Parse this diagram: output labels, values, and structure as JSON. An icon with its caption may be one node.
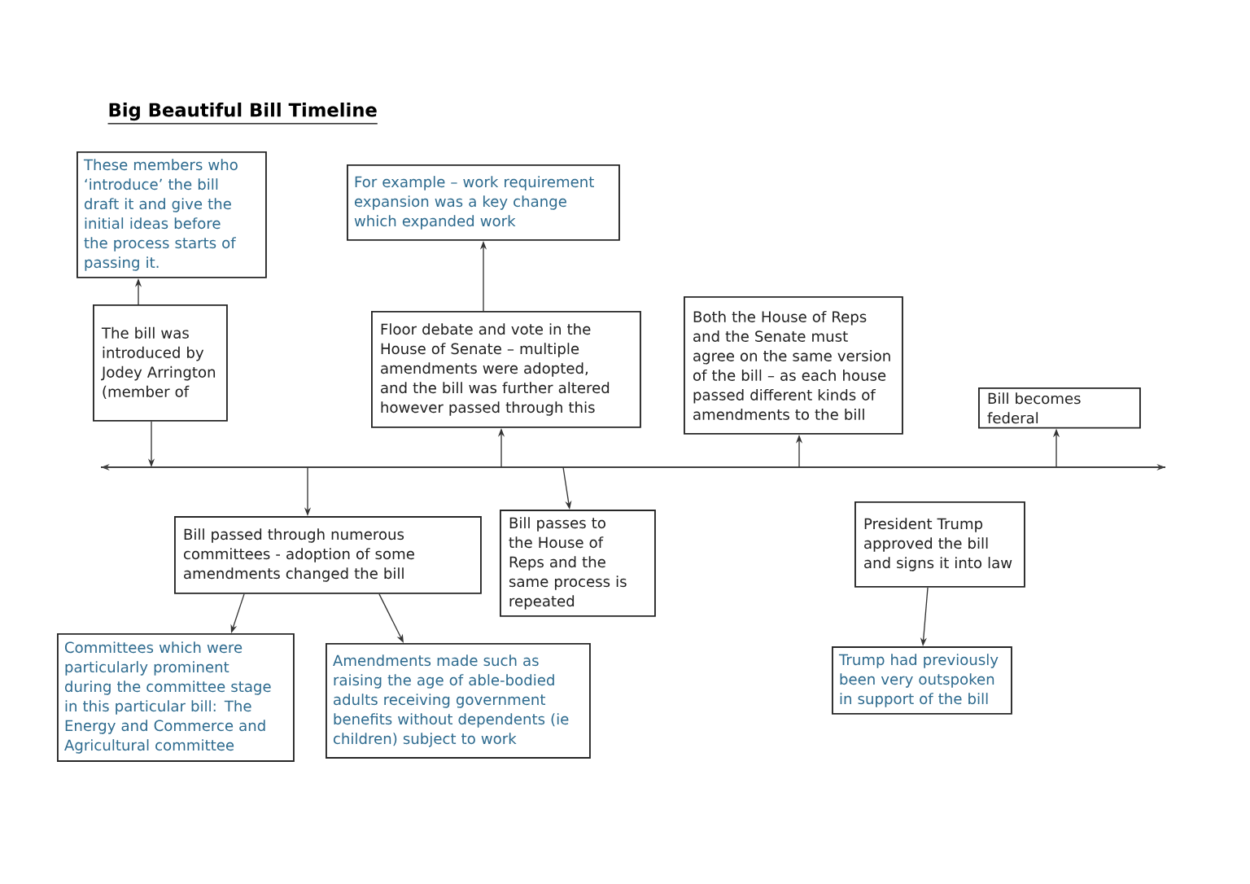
{
  "diagram": {
    "title": "Big Beautiful Bill Timeline",
    "nodes": [
      {
        "text": [
          "These members who ‘introduce’ the bill draft it and give the initial ideas before the process starts of passing it."
        ]
      },
      {
        "text": [
          "The bill was introduced by Jodey Arrington (member of"
        ]
      },
      {
        "text": [
          "For example – work requirement expansion was a key change which expanded work"
        ]
      },
      {
        "text": [
          "Floor debate and vote in the House of Senate – multiple amendments were adopted, and the bill was further altered however passed through this"
        ]
      },
      {
        "text": [
          "Both the House of Reps and the Senate must agree on the same version of the bill – as each house passed different kinds of amendments to the bill"
        ]
      },
      {
        "text": [
          "Bill becomes federal"
        ]
      },
      {
        "text": [],
        "shape": "bar"
      },
      {
        "text": [
          "Bill passed through numerous committees - adoption of some amendments changed the bill"
        ]
      },
      {
        "text": [
          "Bill passes to the House of Reps and the same process is repeated"
        ]
      },
      {
        "text": [
          "President Trump approved the bill and signs it into law"
        ]
      },
      {
        "text": [
          "Committees which were particularly prominent during the committee stage in this particular bill: The Energy and Commerce and Agricultural committee"
        ]
      },
      {
        "text": [
          "Amendments made such as raising the age of able-bodied adults receiving government benefits without dependents (ie children) subject to work"
        ]
      },
      {
        "text": [
          "Trump had previously been very outspoken in support of the bill"
        ]
      }
    ],
    "edges": [
      {
        "from": 1,
        "to": 0,
        "arrow": "to"
      },
      {
        "from": 1,
        "to": 6,
        "arrow": "to"
      },
      {
        "from": 3,
        "to": 2,
        "arrow": "to"
      },
      {
        "from": 6,
        "to": 3,
        "arrow": "to"
      },
      {
        "from": 6,
        "to": 4,
        "arrow": "to"
      },
      {
        "from": 6,
        "to": 5,
        "arrow": "to"
      },
      {
        "from": 6,
        "to": 7,
        "arrow": "to"
      },
      {
        "from": 6,
        "to": 8,
        "arrow": "to"
      },
      {
        "from": 7,
        "to": 10,
        "arrow": "to"
      },
      {
        "from": 7,
        "to": 11,
        "arrow": "to"
      },
      {
        "from": 9,
        "to": 12,
        "arrow": "to"
      }
    ]
  }
}
